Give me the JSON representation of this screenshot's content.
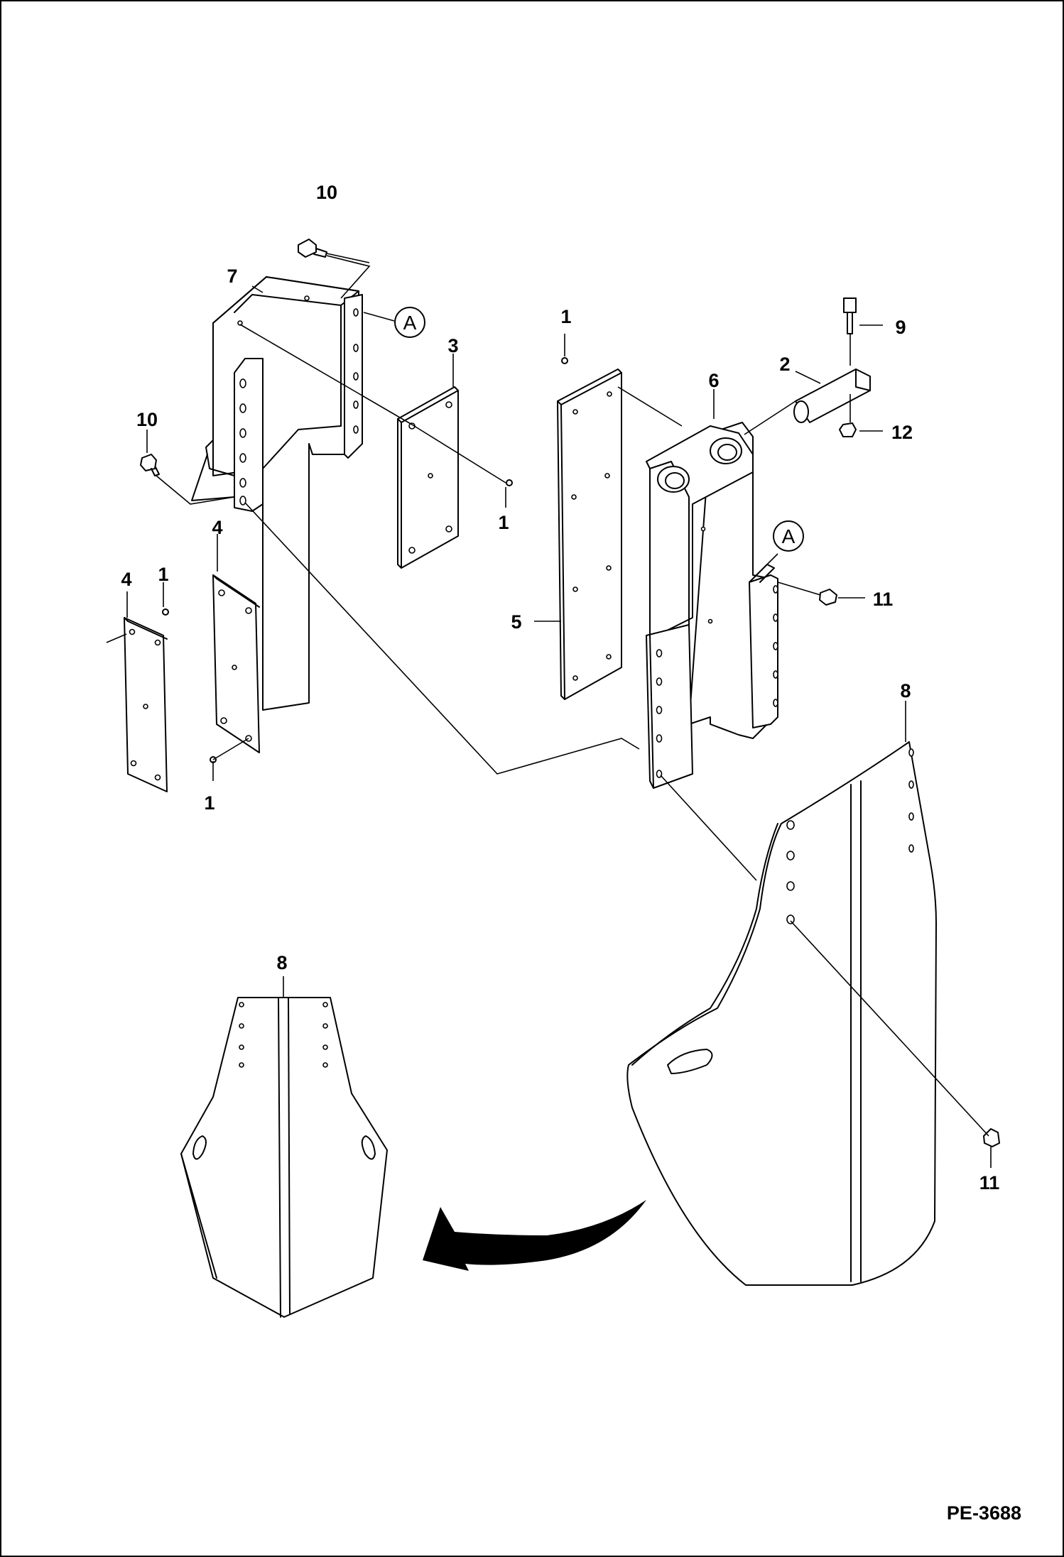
{
  "diagram": {
    "drawing_code": "PE-3688",
    "callout_letter": "A",
    "part_labels": {
      "l10a": "10",
      "l7": "7",
      "l3": "3",
      "l1a": "1",
      "l10b": "10",
      "l1b": "1",
      "l4a": "4",
      "l4b": "4",
      "l1c": "1",
      "l1d": "1",
      "l6": "6",
      "l2": "2",
      "l9": "9",
      "l12": "12",
      "l5": "5",
      "l11a": "11",
      "l8a": "8",
      "l8b": "8",
      "l11b": "11"
    }
  }
}
